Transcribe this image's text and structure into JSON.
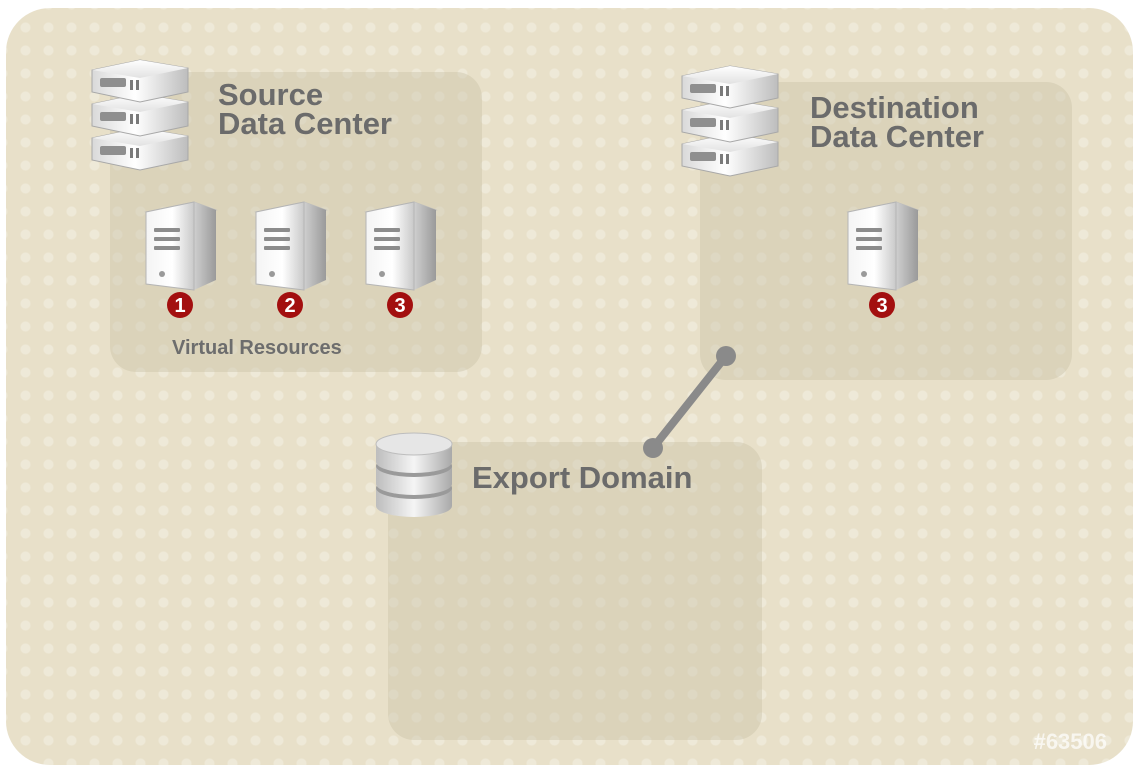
{
  "diagram": {
    "source_data_center": {
      "title": "Source\nData Center",
      "icon": "server-stack-icon"
    },
    "virtual_resources": {
      "caption": "Virtual Resources",
      "items": [
        {
          "icon": "server-icon",
          "number": "1"
        },
        {
          "icon": "server-icon",
          "number": "2"
        },
        {
          "icon": "server-icon",
          "number": "3"
        }
      ]
    },
    "destination_data_center": {
      "title": "Destination\nData Center",
      "icon": "server-stack-icon",
      "items": [
        {
          "icon": "server-icon",
          "number": "3"
        }
      ]
    },
    "export_domain": {
      "title": "Export Domain",
      "icon": "database-icon"
    },
    "watermark": "#63506",
    "colors": {
      "background": "#e8e0c9",
      "panel": "#c8c2a8",
      "label_text": "#6b6b6b",
      "badge": "#a30f0f",
      "connector": "#8a8a8a"
    }
  }
}
